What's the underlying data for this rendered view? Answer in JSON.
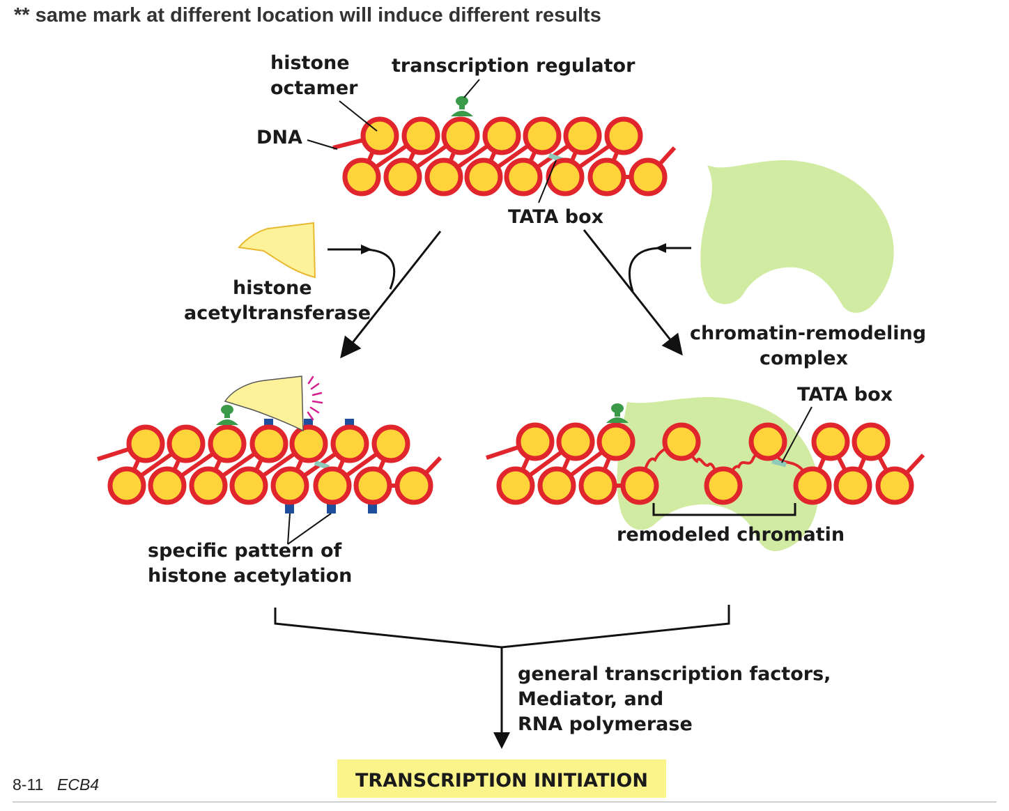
{
  "note": "** same mark at different location will induce different results",
  "labels": {
    "histone_octamer_1": "histone",
    "histone_octamer_2": "octamer",
    "transcription_regulator": "transcription regulator",
    "dna": "DNA",
    "tata_box_top": "TATA box",
    "histone_acetyltransferase_1": "histone",
    "histone_acetyltransferase_2": "acetyltransferase",
    "remodeling_complex_1": "chromatin-remodeling",
    "remodeling_complex_2": "complex",
    "tata_box_right": "TATA box",
    "acetylation_pattern_1": "specific pattern of",
    "acetylation_pattern_2": "histone acetylation",
    "remodeled_chromatin": "remodeled chromatin",
    "gtf_1": "general transcription factors,",
    "gtf_2": "Mediator, and",
    "gtf_3": "RNA polymerase"
  },
  "result": "TRANSCRIPTION INITIATION",
  "figure": {
    "number": "8-11",
    "source": "ECB4"
  },
  "colors": {
    "dna": "#e0262c",
    "nucleosome_fill": "#ffd43b",
    "tata": "#8fc9b9",
    "regulator": "#3a9a4a",
    "acetyl_mark": "#1f4f9c",
    "hat_enzyme": "#fdf29a",
    "remodeler": "#d2eba2",
    "result_box": "#fbf48a",
    "sparkle": "#d61e8f"
  }
}
